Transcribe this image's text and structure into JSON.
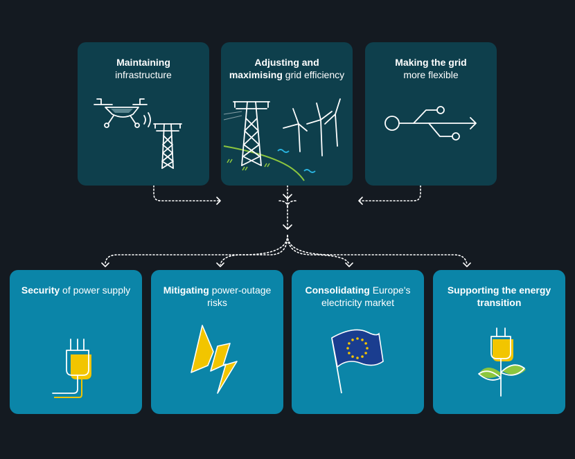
{
  "top_cards": [
    {
      "bold": "Maintaining",
      "rest": "infrastructure",
      "icon": "drone-pylon-icon"
    },
    {
      "bold": "Adjusting and maximising",
      "rest": "grid efficiency",
      "icon": "pylon-wind-turbines-icon"
    },
    {
      "bold": "Making the grid",
      "rest": "more flexible",
      "icon": "usb-symbol-icon"
    }
  ],
  "bottom_cards": [
    {
      "bold": "Security",
      "rest": "of power supply",
      "icon": "power-plug-icon"
    },
    {
      "bold": "Mitigating",
      "rest": "power-outage risks",
      "icon": "lightning-bolt-icon"
    },
    {
      "bold": "Consolidating",
      "rest": "Europe's electricity market",
      "icon": "eu-flag-icon"
    },
    {
      "bold": "Supporting the energy transition",
      "rest": "",
      "icon": "plug-plant-icon"
    }
  ],
  "colors": {
    "background": "#141a21",
    "top_card": "#0e3f4c",
    "bottom_card": "#0b85a8",
    "accent_yellow": "#f2c500",
    "accent_green": "#8cc63f"
  }
}
